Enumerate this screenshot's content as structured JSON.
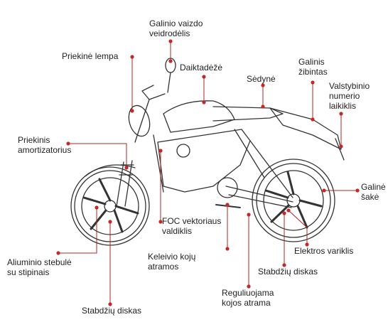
{
  "diagram": {
    "colors": {
      "leader": "#b0251f",
      "dot": "#c62828",
      "outline": "#333333",
      "text": "#222222"
    },
    "labels": {
      "galinio_vaizdo_veidrodelis": "Galinio vaizdo\nveidrodėlis",
      "priekine_lempa": "Priekinė lempa",
      "daiktadeze": "Daiktadėžė",
      "sedyne": "Sėdynė",
      "galinis_zibintas": "Galinis\nžibintas",
      "valstybinio_numerio_laikiklis": "Valstybinio\nnumerio\nlaikiklis",
      "priekinis_amortizatorius": "Priekinis\namortizatorius",
      "galine_sake": "Galinė\nšakė",
      "foc_vektoriaus_valdiklis": "FOC vektoriaus\nvaldiklis",
      "elektros_variklis": "Elektros variklis",
      "keleivio_koju_atramos": "Keleivio kojų\natramos",
      "aliuminio_stebule": "Aliuminio stebulė\nsu stipinais",
      "stabdziu_diskas_galinis": "Stabdžių diskas",
      "reguliuojama_kojos_atrama": "Reguliuojama\nkojos atrama",
      "stabdziu_diskas_priekinis": "Stabdžių diskas"
    }
  }
}
